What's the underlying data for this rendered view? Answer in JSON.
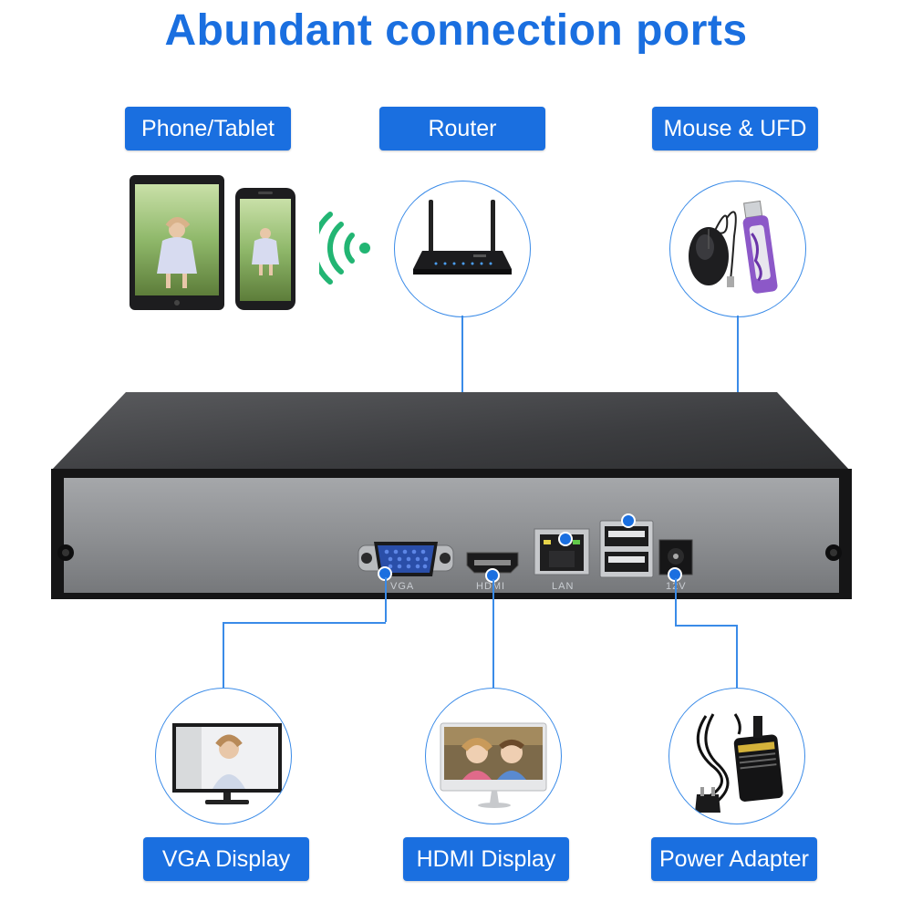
{
  "title": "Abundant connection ports",
  "labels": {
    "phone_tablet": "Phone/Tablet",
    "router": "Router",
    "mouse_ufd": "Mouse & UFD",
    "vga_display": "VGA Display",
    "hdmi_display": "HDMI Display",
    "power_adapter": "Power Adapter"
  },
  "ports": {
    "vga": "VGA",
    "hdmi": "HDMI",
    "lan": "LAN",
    "dc": "12V"
  },
  "colors": {
    "accent": "#1a6fe0",
    "line": "#3a8be8",
    "wifi": "#22b573"
  }
}
